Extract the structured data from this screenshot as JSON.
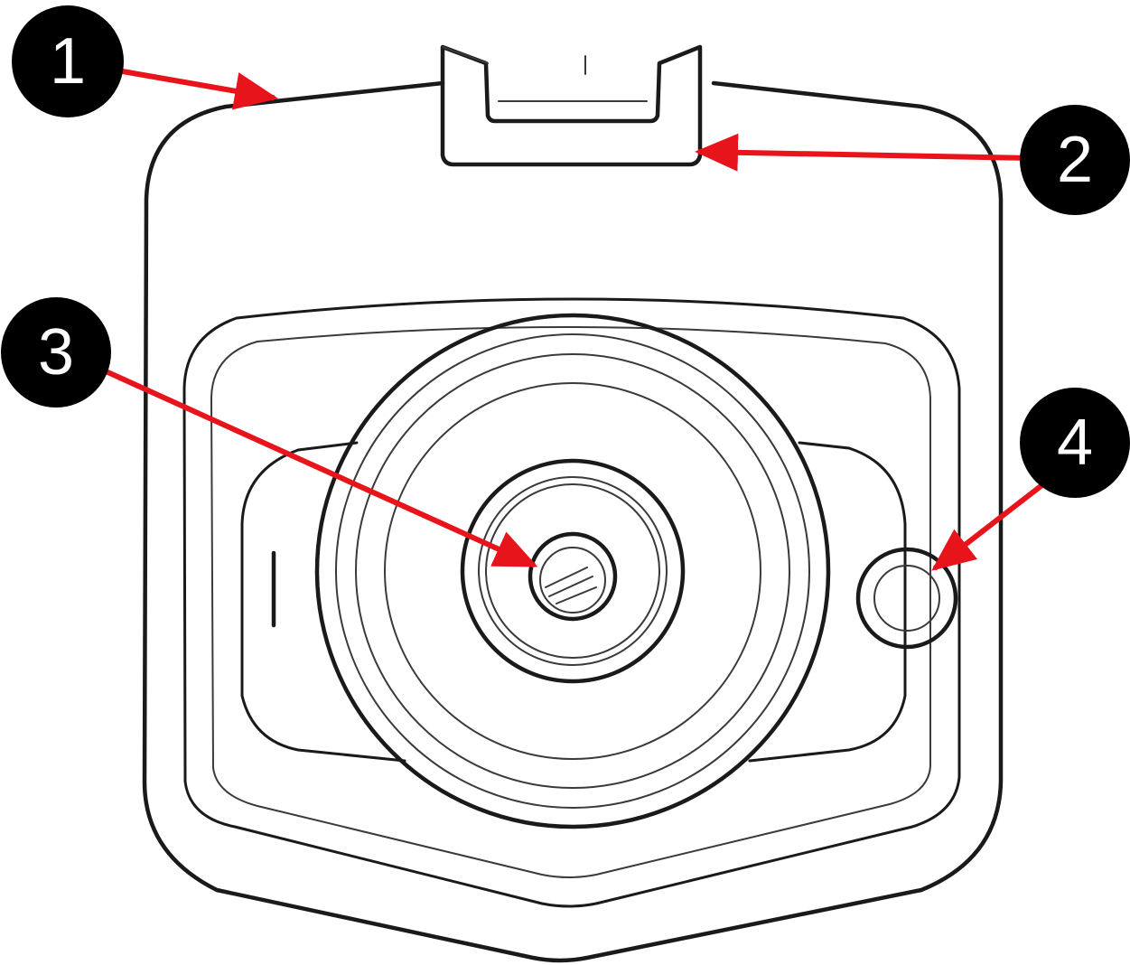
{
  "colors": {
    "arrow": "#e8141c",
    "marker_fill": "#000000",
    "marker_text": "#ffffff",
    "line_art": "#1a1a1a"
  },
  "callouts": [
    {
      "label": "1",
      "target": "camera-body-edge"
    },
    {
      "label": "2",
      "target": "mount-slot"
    },
    {
      "label": "3",
      "target": "camera-lens"
    },
    {
      "label": "4",
      "target": "indicator-light"
    }
  ]
}
